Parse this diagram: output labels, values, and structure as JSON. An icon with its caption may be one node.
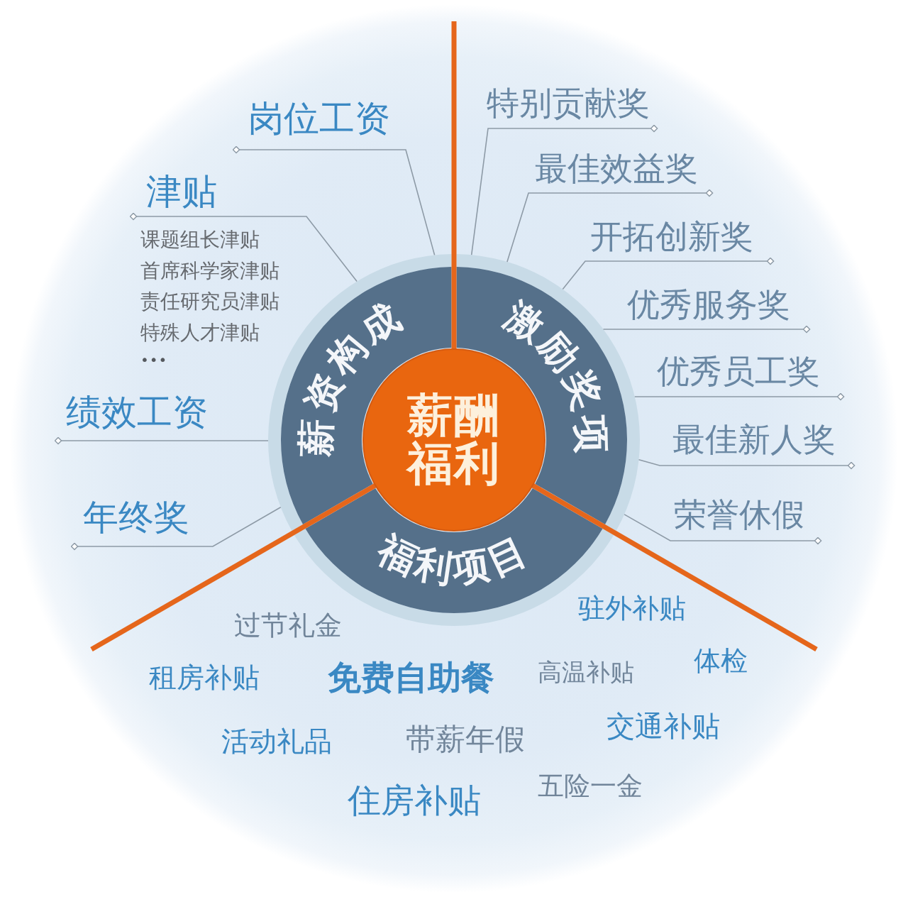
{
  "diagram": {
    "nodes": [
      {
        "text": [
          "薪酬福利"
        ]
      },
      {
        "text": [
          "薪资构成"
        ]
      },
      {
        "text": [
          "激励奖项"
        ]
      },
      {
        "text": [
          "福利项目"
        ]
      },
      {
        "text": [
          "岗位工资"
        ]
      },
      {
        "text": [
          "津贴"
        ],
        "beside": [
          "课题组长津贴",
          "首席科学家津贴",
          "责任研究员津贴",
          "特殊人才津贴",
          "•••"
        ]
      },
      {
        "text": [
          "绩效工资"
        ]
      },
      {
        "text": [
          "年终奖"
        ]
      },
      {
        "text": [
          "特别贡献奖"
        ]
      },
      {
        "text": [
          "最佳效益奖"
        ]
      },
      {
        "text": [
          "开拓创新奖"
        ]
      },
      {
        "text": [
          "优秀服务奖"
        ]
      },
      {
        "text": [
          "优秀员工奖"
        ]
      },
      {
        "text": [
          "最佳新人奖"
        ]
      },
      {
        "text": [
          "荣誉休假"
        ]
      }
    ],
    "edges": [
      {
        "from": 4,
        "to": 1,
        "arrow": "other"
      },
      {
        "from": 5,
        "to": 1,
        "arrow": "other"
      },
      {
        "from": 6,
        "to": 1,
        "arrow": "other"
      },
      {
        "from": 7,
        "to": 1,
        "arrow": "other"
      },
      {
        "from": 8,
        "to": 2,
        "arrow": "other"
      },
      {
        "from": 9,
        "to": 2,
        "arrow": "other"
      },
      {
        "from": 10,
        "to": 2,
        "arrow": "other"
      },
      {
        "from": 11,
        "to": 2,
        "arrow": "other"
      },
      {
        "from": 12,
        "to": 2,
        "arrow": "other"
      },
      {
        "from": 13,
        "to": 2,
        "arrow": "other"
      },
      {
        "from": 14,
        "to": 2,
        "arrow": "other"
      }
    ],
    "labels": [
      "过节礼金",
      "驻外补贴",
      "租房补贴",
      "免费自助餐",
      "高温补贴",
      "体检",
      "活动礼品",
      "带薪年假",
      "交通补贴",
      "住房补贴",
      "五险一金"
    ]
  }
}
